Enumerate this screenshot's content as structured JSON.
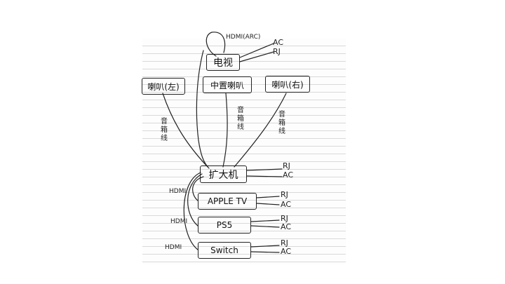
{
  "diagram": {
    "devices": {
      "tv": "电视",
      "speaker_left": "喇叭(左)",
      "center_speaker": "中置喇叭",
      "speaker_right": "喇叭(右)",
      "amplifier": "扩大机",
      "apple_tv": "APPLE TV",
      "ps5": "PS5",
      "switch": "Switch"
    },
    "cable_labels": {
      "hdmi_arc": "HDMI(ARC)",
      "speaker_wire_left": "音箱线",
      "speaker_wire_center": "音箱线",
      "speaker_wire_right": "音箱线",
      "hdmi_apple_tv": "HDMI",
      "hdmi_ps5": "HDMI",
      "hdmi_switch": "HDMI"
    },
    "port_labels": {
      "tv_ac": "AC",
      "tv_rj": "RJ",
      "amp_rj": "RJ",
      "amp_ac": "AC",
      "apple_tv_rj": "RJ",
      "apple_tv_ac": "AC",
      "ps5_rj": "RJ",
      "ps5_ac": "AC",
      "switch_rj": "RJ",
      "switch_ac": "AC"
    }
  }
}
